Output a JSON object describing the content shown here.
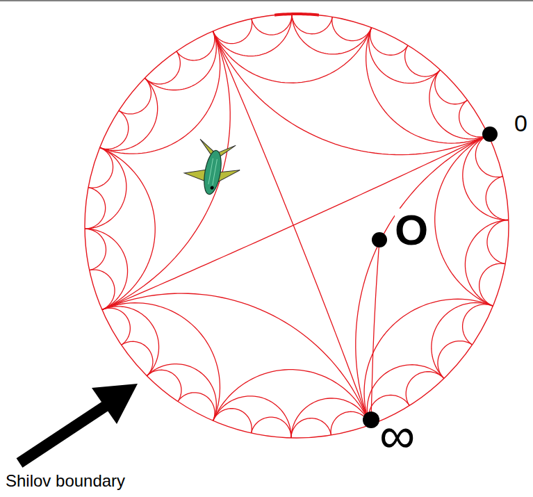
{
  "diagram": {
    "labels": [
      "0",
      "O",
      "∞",
      "Shilov boundary"
    ]
  }
}
